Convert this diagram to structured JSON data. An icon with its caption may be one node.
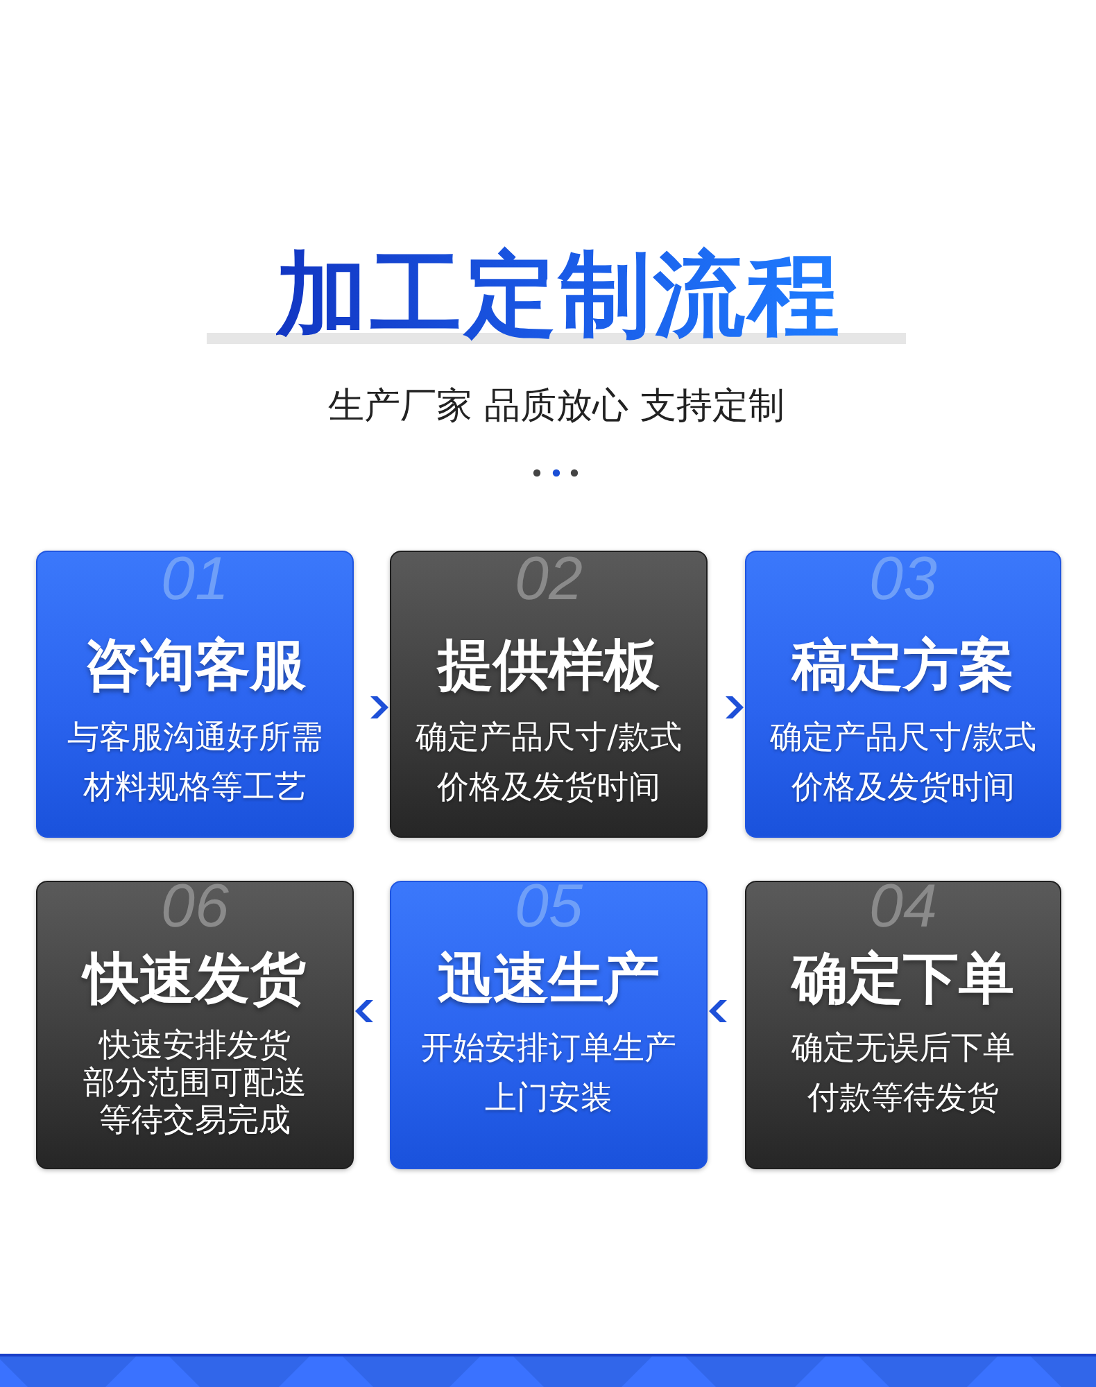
{
  "diagram": {
    "title": "加工定制流程",
    "nodes": [
      {
        "text": [
          "01",
          "咨询客服",
          "与客服沟通好所需材料规格等工艺"
        ]
      },
      {
        "text": [
          "02",
          "提供样板",
          "确定产品尺寸/款式价格及发货时间"
        ]
      },
      {
        "text": [
          "03",
          "稿定方案",
          "确定产品尺寸/款式价格及发货时间"
        ]
      },
      {
        "text": [
          "06",
          "快速发货",
          "快速安排发货部分范围可配送等待交易完成"
        ]
      },
      {
        "text": [
          "05",
          "迅速生产",
          "开始安排订单生产上门安装"
        ]
      },
      {
        "text": [
          "04",
          "确定下单",
          "确定无误后下单付款等待发货"
        ]
      }
    ],
    "edges": [
      {
        "from": 0,
        "to": 1,
        "arrow": "to"
      },
      {
        "from": 1,
        "to": 2,
        "arrow": "to"
      },
      {
        "from": 5,
        "to": 4,
        "arrow": "to"
      },
      {
        "from": 4,
        "to": 3,
        "arrow": "to"
      }
    ],
    "labels": [
      "生产厂家 品质放心 支持定制"
    ]
  }
}
